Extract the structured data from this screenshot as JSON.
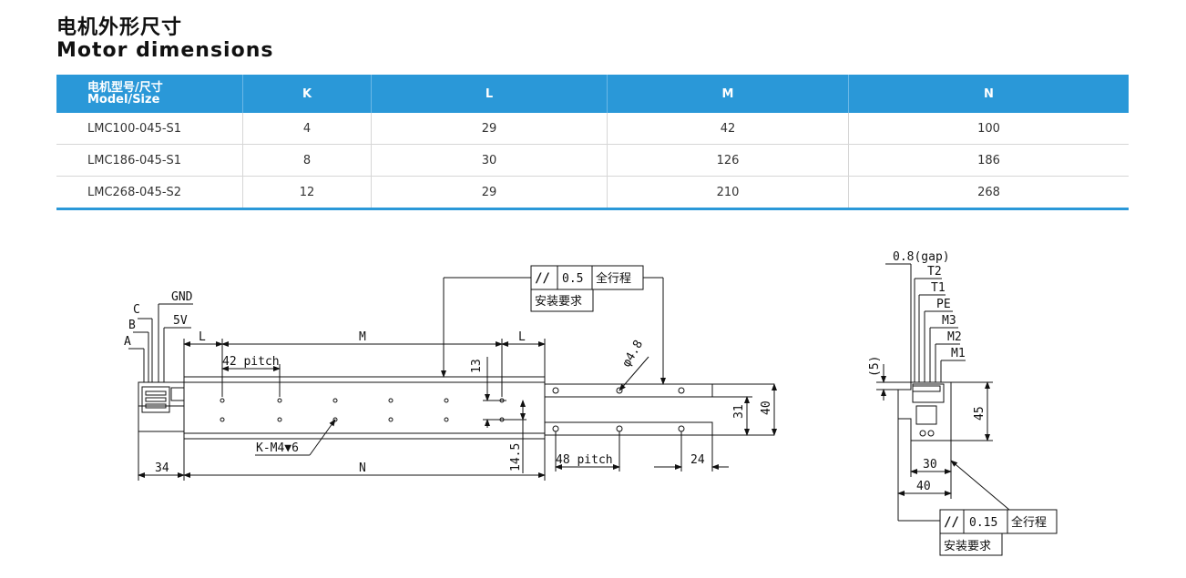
{
  "heading": {
    "cn": "电机外形尺寸",
    "en": "Motor dimensions"
  },
  "table": {
    "header": {
      "model_cn": "电机型号/尺寸",
      "model_en": "Model/Size",
      "k": "K",
      "l": "L",
      "m": "M",
      "n": "N"
    },
    "rows": [
      {
        "model": "LMC100-045-S1",
        "k": "4",
        "l": "29",
        "m": "42",
        "n": "100"
      },
      {
        "model": "LMC186-045-S1",
        "k": "8",
        "l": "30",
        "m": "126",
        "n": "186"
      },
      {
        "model": "LMC268-045-S2",
        "k": "12",
        "l": "29",
        "m": "210",
        "n": "268"
      }
    ]
  },
  "drawing": {
    "labels": {
      "c": "C",
      "b": "B",
      "a": "A",
      "gnd": "GND",
      "v5": "5V",
      "l_left": "L",
      "m": "M",
      "l_right": "L",
      "pitch42": "42 pitch",
      "d13": "13",
      "d14_5": "14.5",
      "km4": "K-M4▼6",
      "n": "N",
      "d34": "34",
      "pitch48": "48 pitch",
      "d24": "24",
      "d31": "31",
      "d40": "40",
      "dia48": "φ4.8"
    },
    "tolerance_main": {
      "sym": "//",
      "value": "0.5",
      "scope": "全行程",
      "note": "安装要求"
    },
    "side_labels": {
      "gap": "0.8(gap)",
      "t2": "T2",
      "t1": "T1",
      "pe": "PE",
      "m3": "M3",
      "m2": "M2",
      "m1": "M1",
      "d5": "(5)",
      "d45": "45",
      "d30": "30",
      "d40": "40"
    },
    "tolerance_side": {
      "sym": "//",
      "value": "0.15",
      "scope": "全行程",
      "note": "安装要求"
    }
  }
}
